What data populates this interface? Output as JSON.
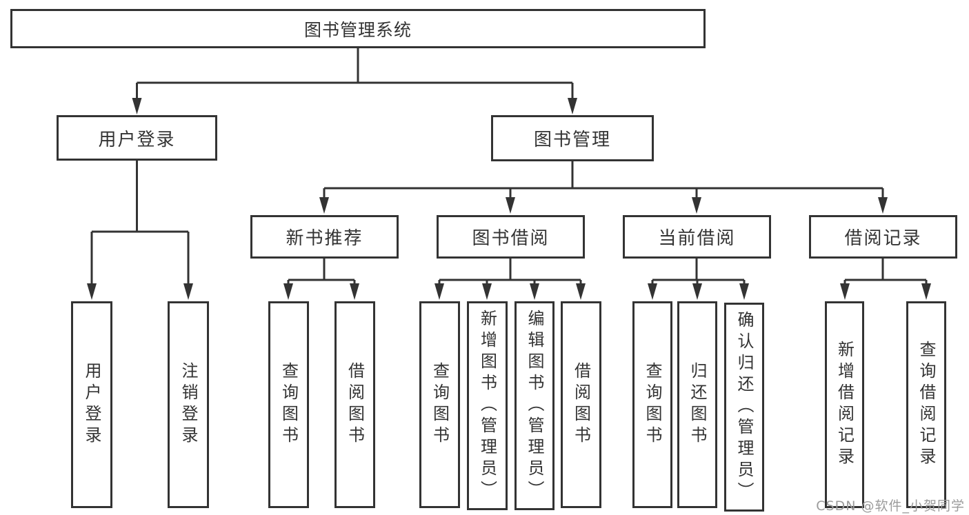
{
  "tree": {
    "root": {
      "label": "图书管理系统"
    },
    "login": {
      "label": "用户登录",
      "leaves": [
        {
          "label": "用户登录"
        },
        {
          "label": "注销登录"
        }
      ]
    },
    "management": {
      "label": "图书管理",
      "groups": [
        {
          "label": "新书推荐",
          "leaves": [
            {
              "label": "查询图书"
            },
            {
              "label": "借阅图书"
            }
          ]
        },
        {
          "label": "图书借阅",
          "leaves": [
            {
              "label": "查询图书"
            },
            {
              "label": "新增图书（管理员）"
            },
            {
              "label": "编辑图书（管理员）"
            },
            {
              "label": "借阅图书"
            }
          ]
        },
        {
          "label": "当前借阅",
          "leaves": [
            {
              "label": "查询图书"
            },
            {
              "label": "归还图书"
            },
            {
              "label": "确认归还（管理员）"
            }
          ]
        },
        {
          "label": "借阅记录",
          "leaves": [
            {
              "label": "新增借阅记录"
            },
            {
              "label": "查询借阅记录"
            }
          ]
        }
      ]
    }
  },
  "watermark": {
    "text": "CSDN @软件_小贺同学"
  },
  "colors": {
    "line": "#333333",
    "text": "#333333",
    "background": "#ffffff",
    "watermark": "#9b9b9b"
  }
}
